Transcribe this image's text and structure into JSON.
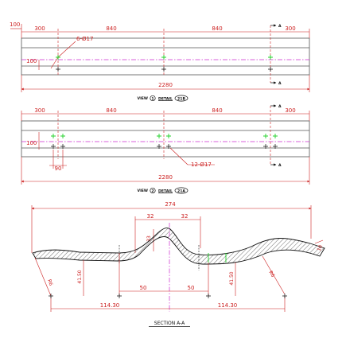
{
  "colors": {
    "dimension": "#cc1f1f",
    "outline": "#555555",
    "centerline": "#cc2bd0",
    "hole_marker": "#22d12a",
    "annotation": "#111111"
  },
  "view1": {
    "top_dims": [
      "300",
      "840",
      "840",
      "300"
    ],
    "left_dims": [
      "100",
      "100"
    ],
    "hole_callout": "6-Ø17",
    "total_length": "2280",
    "section_mark": "A",
    "title_prefix": "VIEW",
    "title_num": "1",
    "title_label": "DETAIL",
    "title_ref": "21B"
  },
  "view2": {
    "top_dims": [
      "300",
      "840",
      "840",
      "300"
    ],
    "left_dim": "100",
    "pitch_dim": "90",
    "hole_callout": "12-Ø17",
    "total_length": "2280",
    "section_mark": "A",
    "title_prefix": "VIEW",
    "title_num": "2",
    "title_label": "DETAIL",
    "title_ref": "21A"
  },
  "section": {
    "overall_width": "274",
    "crest_half_left": "32",
    "crest_half_right": "32",
    "crest_height": "33",
    "right_edge_thickness": "10",
    "left_radius": "R6",
    "right_radius": "R6",
    "left_height": "41.50",
    "right_height": "41.50",
    "inner_left": "50",
    "inner_right": "50",
    "outer_left": "114.30",
    "outer_right": "114.30",
    "title": "SECTION A-A"
  }
}
